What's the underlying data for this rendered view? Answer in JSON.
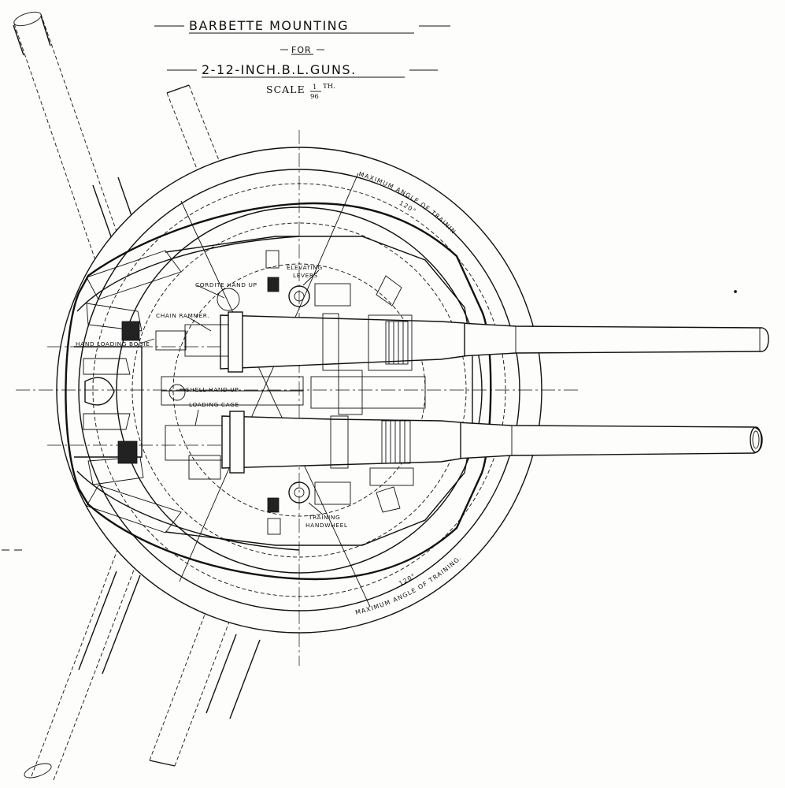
{
  "title": {
    "line1": "BARBETTE MOUNTING",
    "line2": "FOR",
    "line3": "2-12-INCH.B.L.GUNS.",
    "scale_label": "SCALE",
    "scale_numerator": "1",
    "scale_suffix": "TH.",
    "scale_denominator": "96"
  },
  "labels": {
    "elevating_line1": "ELEVATING",
    "elevating_line2": "LEVERS",
    "cordite": "CORDITE HAND UP",
    "chain_rammer": "CHAIN RAMMER.",
    "hand_loading": "HAND LOADING BOGIE",
    "shell_hand_up": "SHELL HAND UP",
    "loading_cage": "LOADING CAGE",
    "training_line1": "TRAINING",
    "training_line2": "HANDWHEEL"
  },
  "arcs": {
    "top_line1": "MAXIMUM ANGLE OF TRAINING",
    "top_line2": "120°",
    "bottom_line1": "120°",
    "bottom_line2": "MAXIMUM ANGLE OF TRAINING."
  },
  "colors": {
    "ink": "#111111",
    "paper": "#fdfdfc"
  }
}
